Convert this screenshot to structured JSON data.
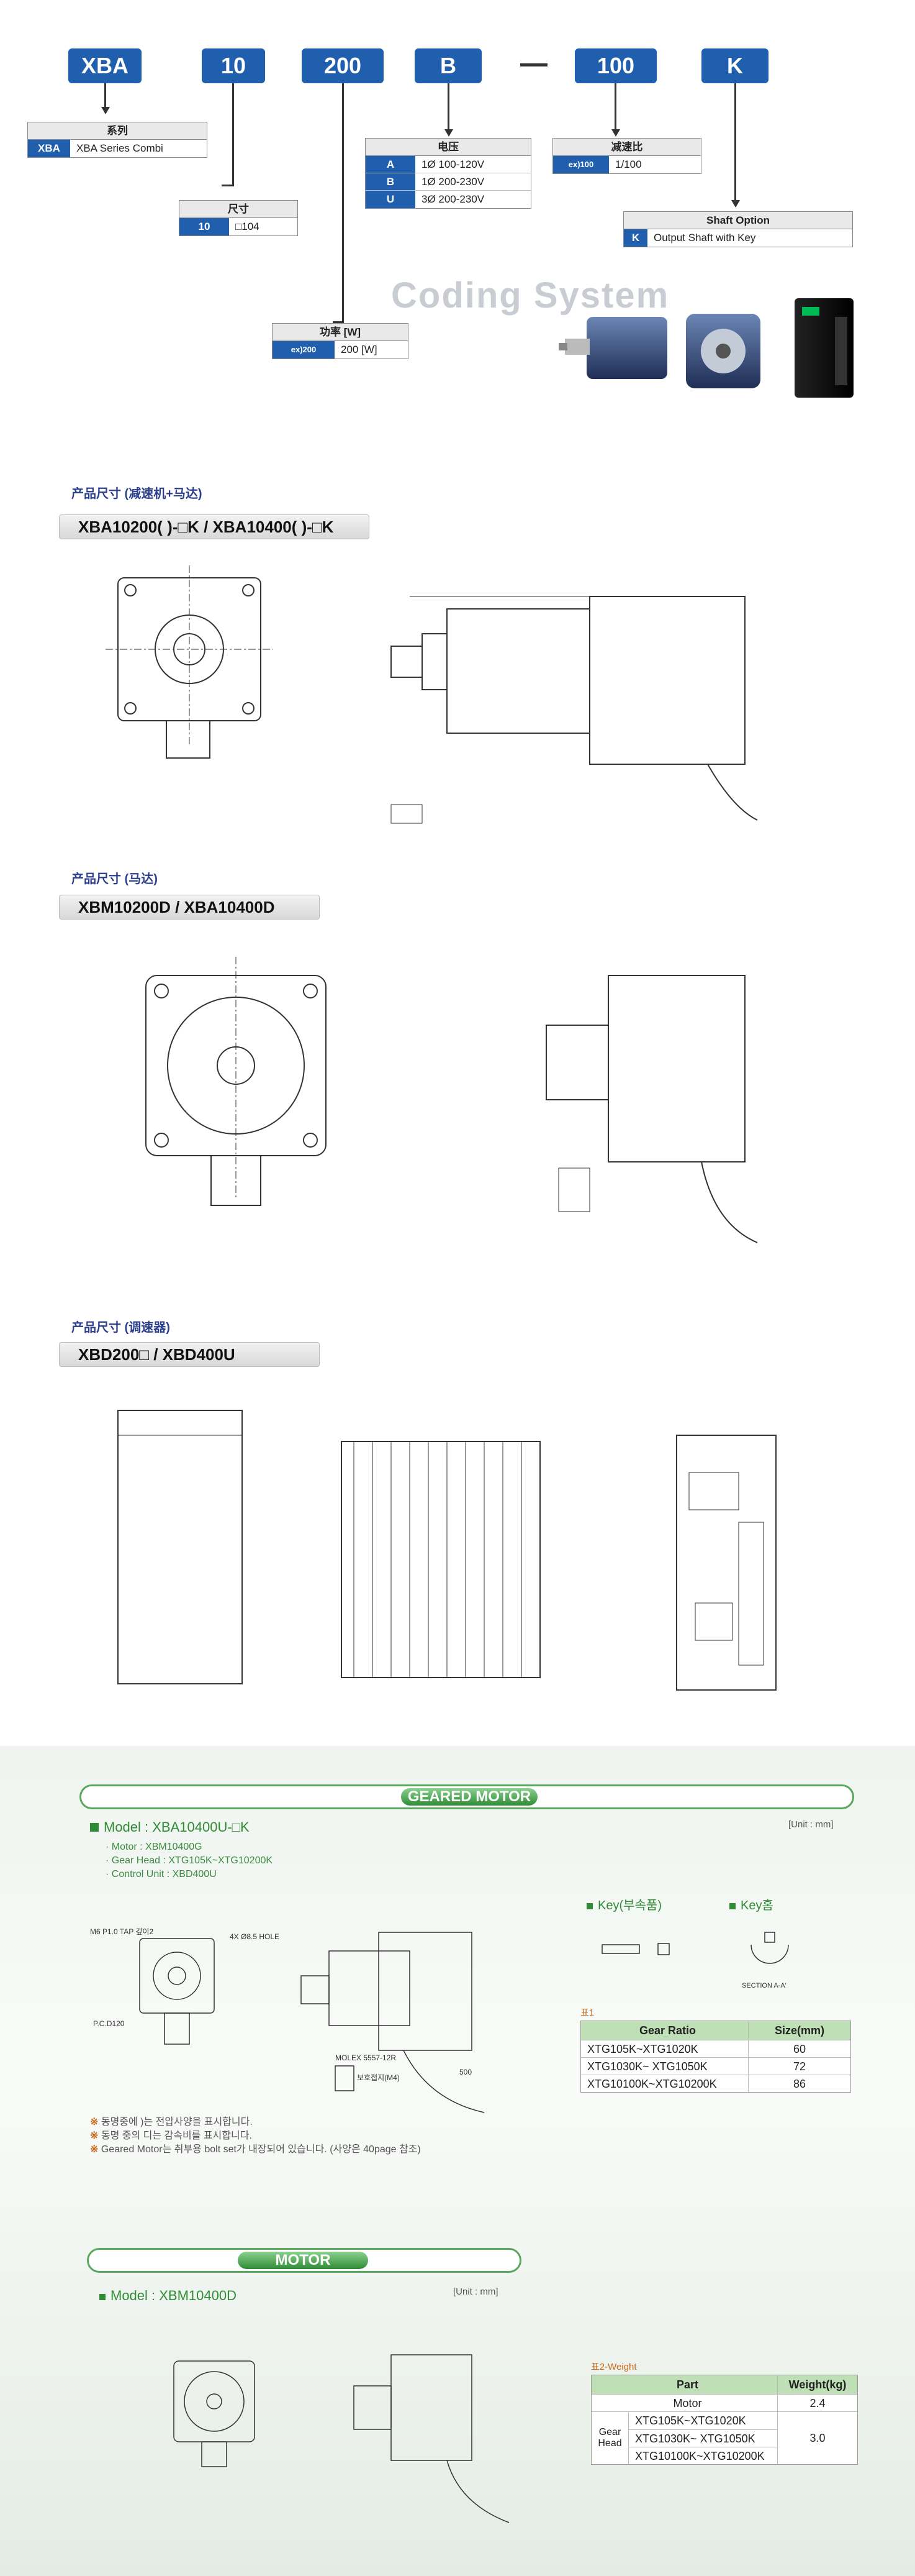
{
  "coding": {
    "codes": [
      "XBA",
      "10",
      "200",
      "B",
      "100",
      "K"
    ],
    "series": {
      "header": "系列",
      "key": "XBA",
      "value": "XBA Series Combi"
    },
    "size": {
      "header": "尺寸",
      "key": "10",
      "value": "□104"
    },
    "power": {
      "header": "功率 [W]",
      "key": "ex)200",
      "value": "200 [W]"
    },
    "voltage": {
      "header": "电压",
      "rows": [
        {
          "key": "A",
          "value": "1Ø 100-120V"
        },
        {
          "key": "B",
          "value": "1Ø 200-230V"
        },
        {
          "key": "U",
          "value": "3Ø 200-230V"
        }
      ]
    },
    "ratio": {
      "header": "减速比",
      "key": "ex)100",
      "value": "1/100"
    },
    "shaft": {
      "header": "Shaft Option",
      "key": "K",
      "value": "Output Shaft with Key"
    },
    "watermark": "Coding System"
  },
  "drawings": {
    "combo": {
      "section_title": "产品尺寸 (减速机+马达)",
      "model": "XBA10200( )-□K / XBA10400( )-□K"
    },
    "motor": {
      "section_title": "产品尺寸 (马达)",
      "model": "XBM10200D / XBA10400D"
    },
    "driver": {
      "section_title": "产品尺寸 (调速器)",
      "model": "XBD200□ / XBD400U"
    }
  },
  "catalog": {
    "geared_title": "GEARED MOTOR",
    "geared_model": "Model : XBA10400U-□K",
    "unit1": "[Unit : mm]",
    "specs": [
      "Motor : XBM10400G",
      "Gear Head : XTG105K~XTG10200K",
      "Control Unit : XBD400U"
    ],
    "key_label": "Key(부속품)",
    "keyway_label": "Key홈",
    "table1_caption": "표1",
    "table1_headers": [
      "Gear Ratio",
      "Size(mm)"
    ],
    "table1_rows": [
      {
        "ratio": "XTG105K~XTG1020K",
        "size": "60"
      },
      {
        "ratio": "XTG1030K~ XTG1050K",
        "size": "72"
      },
      {
        "ratio": "XTG10100K~XTG10200K",
        "size": "86"
      }
    ],
    "notes": [
      "동명중에 )는 전압사양을 표시합니다.",
      "동명 중의 디는 감속비를 표시합니다.",
      "Geared Motor는 취부용 bolt set가 내장되어 있습니다. (사양은 40page 참조)"
    ],
    "drawing_labels": {
      "tap": "M6 P1.0 TAP 깊이2",
      "hole": "4X Ø8.5 HOLE",
      "pcd": "P.C.D120",
      "molex": "MOLEX 5557-12R",
      "earth": "보호접지(M4)",
      "cable": "500",
      "section": "SECTION A-A'"
    },
    "motor_title": "MOTOR",
    "motor_model": "Model : XBM10400D",
    "unit2": "[Unit : mm]",
    "table2_caption": "표2-Weight",
    "table2_headers": [
      "Part",
      "Weight(kg)"
    ],
    "table2_motor": {
      "part": "Motor",
      "weight": "2.4"
    },
    "table2_gear_label": "Gear Head",
    "table2_gear_rows": [
      "XTG105K~XTG1020K",
      "XTG1030K~ XTG1050K",
      "XTG10100K~XTG10200K"
    ],
    "table2_gear_weight": "3.0"
  }
}
